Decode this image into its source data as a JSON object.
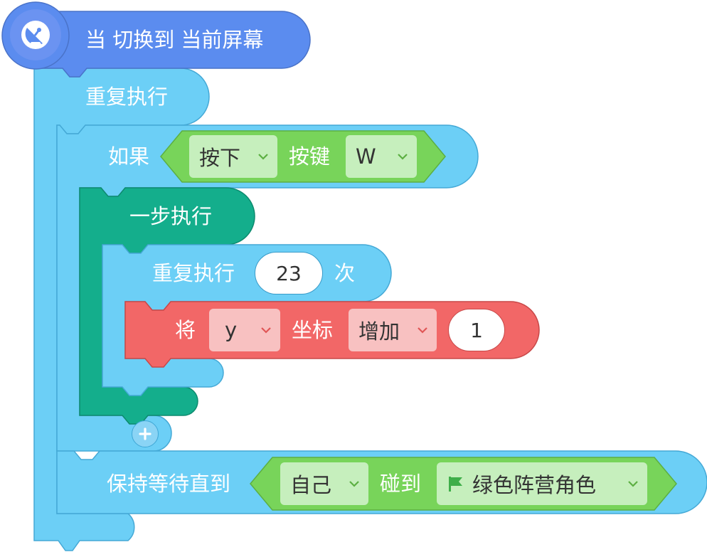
{
  "event_block": {
    "label": "当 切换到 当前屏幕",
    "icon": "satellite-dish-icon"
  },
  "repeat_forever": {
    "label": "重复执行"
  },
  "if_block": {
    "label": "如果",
    "condition": {
      "event_value": "按下",
      "key_label": "按键",
      "key_value": "W"
    }
  },
  "single_step": {
    "label": "一步执行"
  },
  "repeat_times": {
    "label": "重复执行",
    "count": "23",
    "suffix": "次"
  },
  "change_coord": {
    "prefix": "将",
    "axis": "y",
    "coord_label": "坐标",
    "operation": "增加",
    "amount": "1"
  },
  "add_button": {
    "icon": "plus-icon"
  },
  "wait_until": {
    "label": "保持等待直到",
    "subject": "自己",
    "touch_label": "碰到",
    "target": "绿色阵营角色",
    "target_icon": "flag-icon"
  },
  "colors": {
    "event_blue": "#5b8cef",
    "control_light_blue": "#6ccff6",
    "step_teal": "#14ae8c",
    "motion_red": "#f26767",
    "condition_green": "#78d45a"
  }
}
